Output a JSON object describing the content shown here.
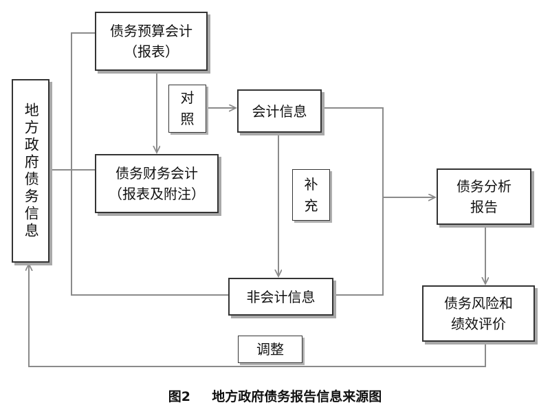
{
  "nodes": {
    "budget_accounting": {
      "line1": "债务预算会计",
      "line2": "（报表）"
    },
    "financial_accounting": {
      "line1": "债务财务会计",
      "line2": "（报表及附注）"
    },
    "local_gov_debt_info": {
      "label": "地方政府债务信息"
    },
    "accounting_info": {
      "label": "会计信息"
    },
    "non_accounting_info": {
      "label": "非会计信息"
    },
    "debt_analysis_report": {
      "line1": "债务分析",
      "line2": "报告"
    },
    "risk_performance_eval": {
      "line1": "债务风险和",
      "line2": "绩效评价"
    }
  },
  "edge_labels": {
    "compare": {
      "line1": "对",
      "line2": "照"
    },
    "supplement": {
      "line1": "补",
      "line2": "充"
    },
    "adjust": "调整"
  },
  "caption": {
    "fig_no": "图2",
    "title": "地方政府债务报告信息来源图"
  },
  "colors": {
    "line": "#8a8a8a",
    "box_border": "#333333",
    "shadow": "#a8a8a8"
  }
}
